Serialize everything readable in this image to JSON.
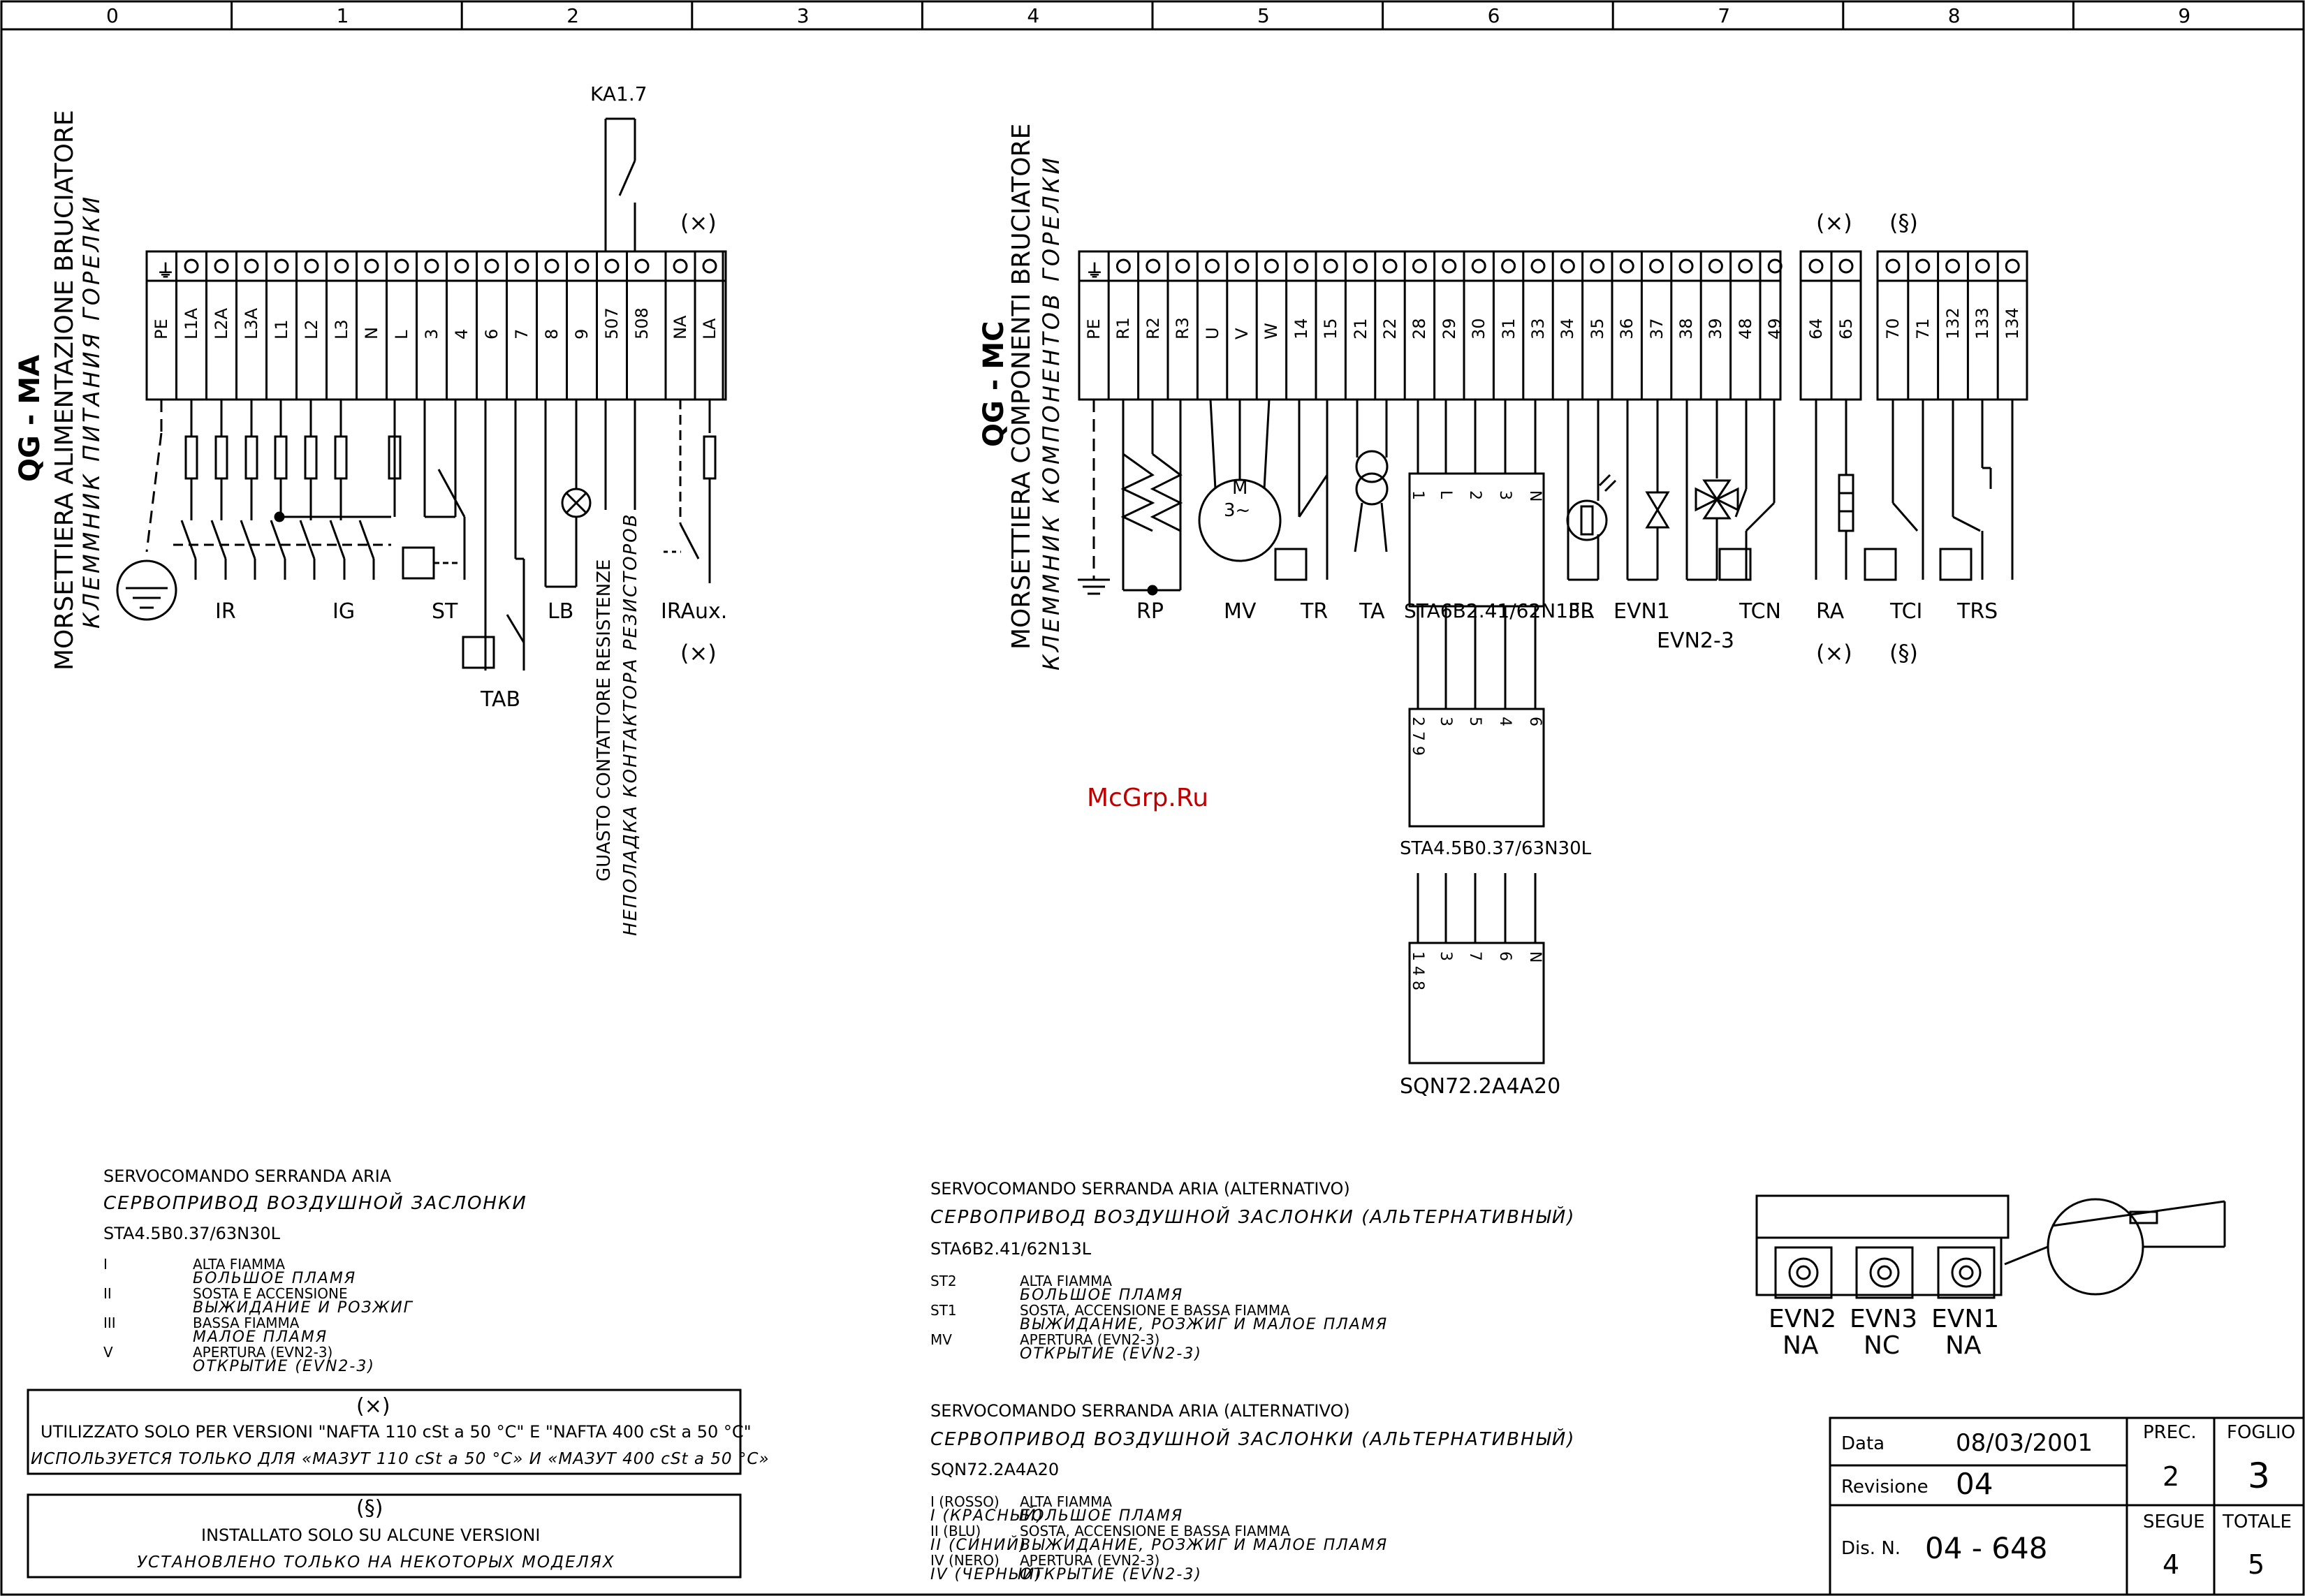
{
  "ruler": [
    "0",
    "1",
    "2",
    "3",
    "4",
    "5",
    "6",
    "7",
    "8",
    "9"
  ],
  "ma": {
    "code": "QG - MA",
    "title_it": "MORSETTIERA ALIMENTAZIONE BRUCIATORE",
    "title_ru": "КЛЕММНИК ПИТАНИЯ ГОРЕЛКИ",
    "contact": "KA1.7",
    "terminals": [
      "PE",
      "L1A",
      "L2A",
      "L3A",
      "L1",
      "L2",
      "L3",
      "N",
      "L",
      "3",
      "4",
      "6",
      "7",
      "8",
      "9",
      "507",
      "508"
    ],
    "aux_terminals": [
      "NA",
      "LA"
    ],
    "x_mark": "(×)",
    "components": [
      "IR",
      "IG",
      "ST",
      "LB",
      "IRAux.",
      "TAB"
    ],
    "fault_it": "GUASTO CONTATTORE RESISTENZE",
    "fault_ru": "НЕПОЛАДКА КОНТАКТОРА РЕЗИСТОРОВ"
  },
  "mc": {
    "code": "QG - MC",
    "title_it": "MORSETTIERA COMPONENTI BRUCIATORE",
    "title_ru": "КЛЕММНИК КОМПОНЕНТОВ ГОРЕЛКИ",
    "terminals": [
      "PE",
      "R1",
      "R2",
      "R3",
      "U",
      "V",
      "W",
      "14",
      "15",
      "21",
      "22",
      "28",
      "29",
      "30",
      "31",
      "33",
      "34",
      "35",
      "36",
      "37",
      "38",
      "39",
      "48",
      "49"
    ],
    "ra_terminals": [
      "64",
      "65"
    ],
    "tr_terminals": [
      "70",
      "71",
      "132",
      "133",
      "134"
    ],
    "x_mark": "(×)",
    "s_mark": "(§)",
    "components": [
      "RP",
      "MV",
      "TR",
      "TA",
      "STA6B2.41/62N13L",
      "FR",
      "EVN1",
      "TCN",
      "RA",
      "TCI",
      "TRS",
      "EVN2-3"
    ],
    "servo_pins_top": [
      "1",
      "L",
      "2",
      "3",
      "N"
    ],
    "servo1_pins": [
      "2 7 9",
      "3",
      "5",
      "4",
      "6"
    ],
    "servo1_name": "STA4.5B0.37/63N30L",
    "servo2_pins": [
      "1 4 8",
      "3",
      "7",
      "6",
      "N"
    ],
    "servo2_name": "SQN72.2A4A20",
    "motor_label": "M",
    "motor_phase": "3~"
  },
  "watermark": "McGrp.Ru",
  "notes_left": {
    "title_it": "SERVOCOMANDO SERRANDA ARIA",
    "title_ru": "СЕРВОПРИВОД ВОЗДУШНОЙ ЗАСЛОНКИ",
    "model": "STA4.5B0.37/63N30L",
    "rows": [
      {
        "k": "I",
        "it": "ALTA FIAMMA",
        "ru": "БОЛЬШОЕ ПЛАМЯ"
      },
      {
        "k": "II",
        "it": "SOSTA E ACCENSIONE",
        "ru": "ВЫЖИДАНИЕ И РОЗЖИГ"
      },
      {
        "k": "III",
        "it": "BASSA FIAMMA",
        "ru": "МАЛОЕ ПЛАМЯ"
      },
      {
        "k": "V",
        "it": "APERTURA (EVN2-3)",
        "ru": "ОТКРЫТИЕ (EVN2-3)"
      }
    ]
  },
  "box_x": {
    "mark": "(×)",
    "it": "UTILIZZATO SOLO PER VERSIONI \"NAFTA 110 cSt a 50 °C\" E \"NAFTA 400 cSt a 50 °C\"",
    "ru": "ИСПОЛЬЗУЕТСЯ ТОЛЬКО ДЛЯ «МАЗУТ 110 cSt a 50 °C» И «МАЗУТ 400 cSt a 50 °C»"
  },
  "box_s": {
    "mark": "(§)",
    "it": "INSTALLATO SOLO SU ALCUNE VERSIONI",
    "ru": "УСТАНОВЛЕНО ТОЛЬКО НА НЕКОТОРЫХ МОДЕЛЯХ"
  },
  "notes_mid1": {
    "title_it": "SERVOCOMANDO SERRANDA ARIA (ALTERNATIVO)",
    "title_ru": "СЕРВОПРИВОД ВОЗДУШНОЙ ЗАСЛОНКИ (АЛЬТЕРНАТИВНЫЙ)",
    "model": "STA6B2.41/62N13L",
    "rows": [
      {
        "k": "ST2",
        "it": "ALTA FIAMMA",
        "ru": "БОЛЬШОЕ ПЛАМЯ"
      },
      {
        "k": "ST1",
        "it": "SOSTA, ACCENSIONE E BASSA FIAMMA",
        "ru": "ВЫЖИДАНИЕ, РОЗЖИГ И МАЛОЕ ПЛАМЯ"
      },
      {
        "k": "MV",
        "it": "APERTURA (EVN2-3)",
        "ru": "ОТКРЫТИЕ (EVN2-3)"
      }
    ]
  },
  "notes_mid2": {
    "title_it": "SERVOCOMANDO SERRANDA ARIA (ALTERNATIVO)",
    "title_ru": "СЕРВОПРИВОД ВОЗДУШНОЙ ЗАСЛОНКИ (АЛЬТЕРНАТИВНЫЙ)",
    "model": "SQN72.2A4A20",
    "rows": [
      {
        "k": "I (ROSSO)",
        "kru": "I (КРАСНЫЙ)",
        "it": "ALTA FIAMMA",
        "ru": "БОЛЬШОЕ ПЛАМЯ"
      },
      {
        "k": "II (BLU)",
        "kru": "II (СИНИЙ)",
        "it": "SOSTA, ACCENSIONE E BASSA FIAMMA",
        "ru": "ВЫЖИДАНИЕ, РОЗЖИГ И МАЛОЕ ПЛАМЯ"
      },
      {
        "k": "IV (NERO)",
        "kru": "IV (ЧЕРНЫЙ)",
        "it": "APERTURA (EVN2-3)",
        "ru": "ОТКРЫТИЕ (EVN2-3)"
      }
    ]
  },
  "valves": [
    {
      "name": "EVN2",
      "state": "NA"
    },
    {
      "name": "EVN3",
      "state": "NC"
    },
    {
      "name": "EVN1",
      "state": "NA"
    }
  ],
  "titleblock": {
    "data_label": "Data",
    "data_value": "08/03/2001",
    "rev_label": "Revisione",
    "rev_value": "04",
    "dis_label": "Dis. N.",
    "dis_value": "04 - 648",
    "prec_label": "PREC.",
    "prec_value": "2",
    "foglio_label": "FOGLIO",
    "foglio_value": "3",
    "segue_label": "SEGUE",
    "segue_value": "4",
    "totale_label": "TOTALE",
    "totale_value": "5"
  }
}
